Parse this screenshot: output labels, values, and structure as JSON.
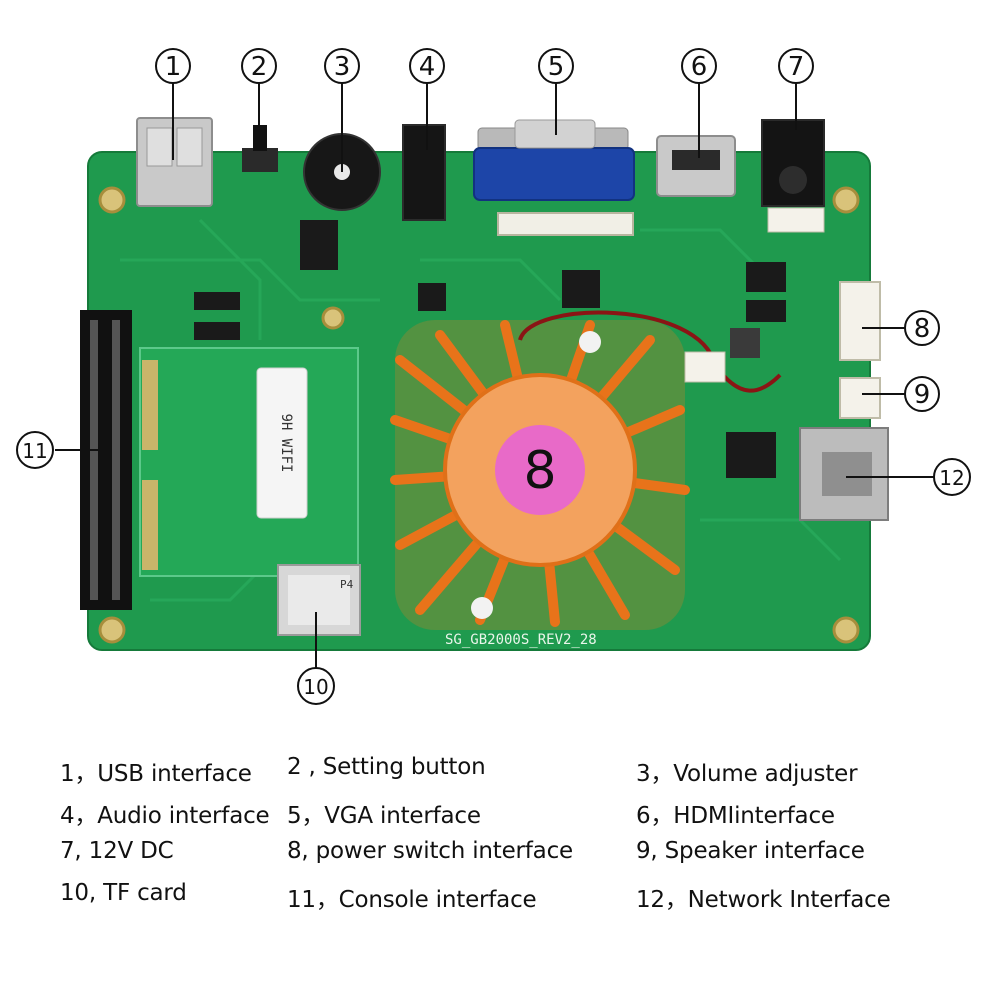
{
  "callouts": [
    "1",
    "2",
    "3",
    "4",
    "5",
    "6",
    "7",
    "8",
    "9",
    "10",
    "11",
    "12"
  ],
  "board": {
    "silkscreen": "SG_GB2000S_REV2_28",
    "module_label": "9H WIFI",
    "tf_label": "P4"
  },
  "legend": [
    "1，USB interface",
    "2 , Setting button",
    "3，Volume adjuster",
    "4，Audio interface",
    "5，VGA interface",
    "6，HDMIinterface",
    "7, 12V DC",
    "8, power switch interface",
    "9, Speaker interface",
    "10, TF card",
    "11，Console interface",
    "12，Network Interface"
  ],
  "colors": {
    "pcb": "#1f9a4e",
    "heatsink": "#f07a1c",
    "vga": "#1d45a8",
    "connector": "#c9c9c9"
  }
}
